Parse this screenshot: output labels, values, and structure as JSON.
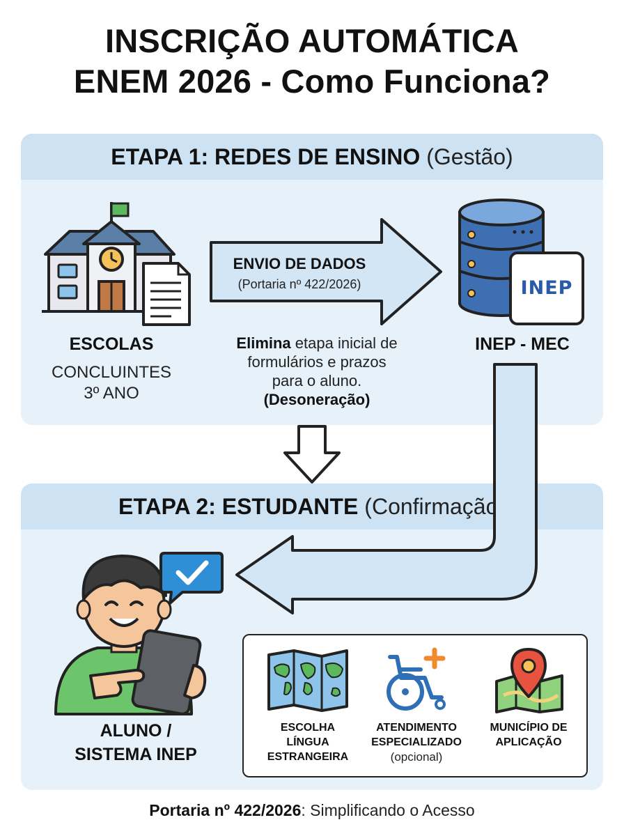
{
  "title": {
    "line1": "INSCRIÇÃO AUTOMÁTICA",
    "line2": "ENEM 2026 - Como Funciona?"
  },
  "stage1": {
    "bold": "ETAPA 1: REDES DE ENSINO",
    "sub": "(Gestão)",
    "schools_label": "ESCOLAS",
    "schools_sub_line1": "CONCLUINTES",
    "schools_sub_line2": "3º ANO",
    "arrow_title": "ENVIO DE DADOS",
    "arrow_sub": "(Portaria nº 422/2026)",
    "desc_bold": "Elimina",
    "desc_line1_rest": " etapa inicial de",
    "desc_line2": "formulários e prazos",
    "desc_line3": "para o aluno.",
    "desc_line4": "(Desoneração)",
    "inep_label": "INEP - MEC",
    "inep_logo_text": "INEP"
  },
  "stage2": {
    "bold": "ETAPA 2: ESTUDANTE",
    "sub": "(Confirmação)",
    "student_label_line1": "ALUNO /",
    "student_label_line2": "SISTEMA INEP",
    "options": [
      {
        "line1": "ESCOLHA",
        "line2": "LÍNGUA",
        "line3": "ESTRANGEIRA",
        "icon": "world-map-icon"
      },
      {
        "line1": "ATENDIMENTO",
        "line2": "ESPECIALIZADO",
        "note": "(opcional)",
        "icon": "wheelchair-icon"
      },
      {
        "line1": "MUNICÍPIO DE",
        "line2": "APLICAÇÃO",
        "icon": "map-pin-icon"
      }
    ]
  },
  "footer": {
    "bold": "Portaria nº 422/2026",
    "rest": ": Simplificando o Acesso"
  },
  "colors": {
    "panel_bg": "#e7f1fa",
    "panel_head_bg": "#cde3f3",
    "arrow_fill": "#d3e6f6",
    "database_blue": "#3f6fb3",
    "inep_blue": "#2a5aa8",
    "check_blue": "#2f8fd6",
    "student_shirt": "#6cc56a",
    "pin_red": "#e8533f"
  }
}
